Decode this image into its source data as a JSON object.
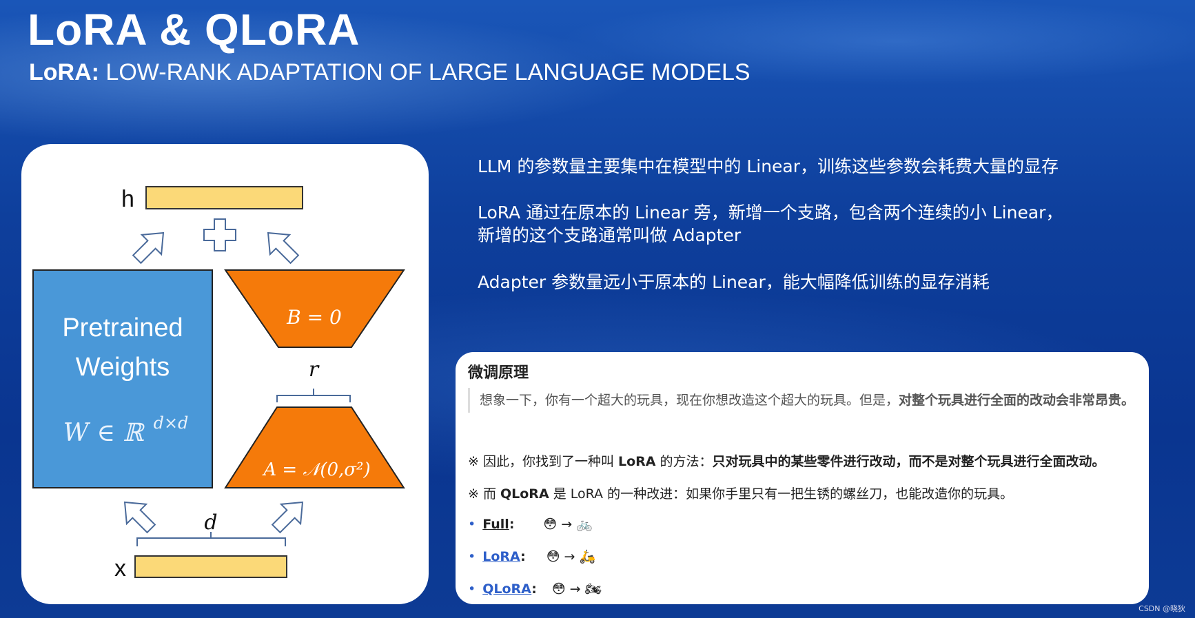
{
  "header": {
    "title": "LoRA & QLoRA",
    "subtitle_bold": "LoRA:",
    "subtitle_rest": " LOW-RANK ADAPTATION OF LARGE LANGUAGE MODELS"
  },
  "diagram": {
    "h_label": "h",
    "x_label": "x",
    "plus": "+",
    "pretrained_line1": "Pretrained",
    "pretrained_line2": "Weights",
    "w_formula": "W ∈ ℝ",
    "w_formula_sup": "d×d",
    "b_label": "B = 0",
    "a_label": "A = 𝒩(0,σ²)",
    "r_label": "r",
    "d_label": "d",
    "colors": {
      "blue": "#4a98d8",
      "orange": "#f57a0a",
      "yellow": "#fbd978"
    }
  },
  "points": [
    "LLM 的参数量主要集中在模型中的 Linear，训练这些参数会耗费大量的显存",
    "LoRA 通过在原本的 Linear 旁，新增一个支路，包含两个连续的小 Linear，",
    "新增的这个支路通常叫做 Adapter",
    "Adapter 参数量远小于原本的 Linear，能大幅降低训练的显存消耗"
  ],
  "note": {
    "title": "微调原理",
    "quote_plain": "想象一下，你有一个超大的玩具，现在你想改造这个超大的玩具。但是，",
    "quote_bold": "对整个玩具进行全面的改动会非常昂贵。",
    "line1_prefix": "※ 因此，你找到了一种叫 ",
    "line1_term": "LoRA",
    "line1_mid": " 的方法：",
    "line1_bold": "只对玩具中的某些零件进行改动，而不是对整个玩具进行全面改动。",
    "line2_prefix": "※ 而 ",
    "line2_term": "QLoRA",
    "line2_rest": " 是 LoRA 的一种改进：如果你手里只有一把生锈的螺丝刀，也能改造你的玩具。",
    "items": [
      {
        "label": "Full",
        "emoji": "😳 → 🚲"
      },
      {
        "label": "LoRA",
        "emoji": "😳 → 🛵"
      },
      {
        "label": "QLoRA",
        "emoji": "😳 → 🏍"
      }
    ]
  },
  "watermark": "CSDN @晓狄"
}
